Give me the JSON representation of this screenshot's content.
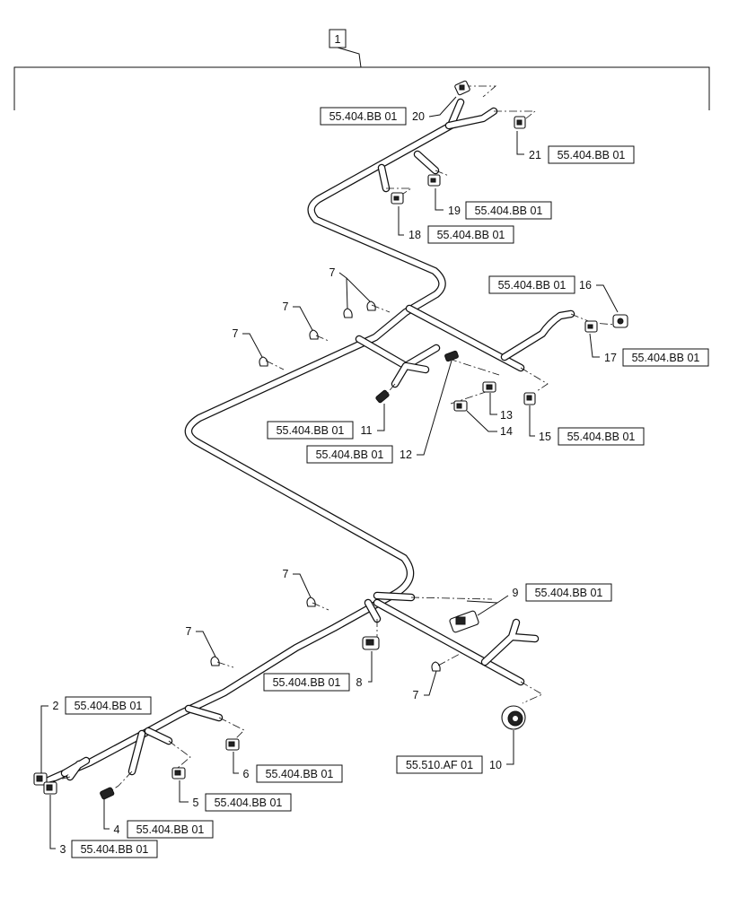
{
  "assembly": {
    "number": "1"
  },
  "callouts": [
    {
      "id": "c1",
      "item": "2",
      "ref": "55.404.BB 01"
    },
    {
      "id": "c2",
      "item": "3",
      "ref": "55.404.BB 01"
    },
    {
      "id": "c3",
      "item": "4",
      "ref": "55.404.BB 01"
    },
    {
      "id": "c4",
      "item": "5",
      "ref": "55.404.BB 01"
    },
    {
      "id": "c5",
      "item": "6",
      "ref": "55.404.BB 01"
    },
    {
      "id": "c6",
      "item": "7",
      "ref": ""
    },
    {
      "id": "c7",
      "item": "7",
      "ref": ""
    },
    {
      "id": "c8",
      "item": "7",
      "ref": ""
    },
    {
      "id": "c9",
      "item": "7",
      "ref": ""
    },
    {
      "id": "c10",
      "item": "7",
      "ref": ""
    },
    {
      "id": "c11",
      "item": "7",
      "ref": ""
    },
    {
      "id": "c12",
      "item": "7",
      "ref": ""
    },
    {
      "id": "c13",
      "item": "8",
      "ref": "55.404.BB 01"
    },
    {
      "id": "c14",
      "item": "9",
      "ref": "55.404.BB 01"
    },
    {
      "id": "c15",
      "item": "10",
      "ref": "55.510.AF 01"
    },
    {
      "id": "c16",
      "item": "11",
      "ref": "55.404.BB 01"
    },
    {
      "id": "c17",
      "item": "12",
      "ref": "55.404.BB 01"
    },
    {
      "id": "c18",
      "item": "13",
      "ref": ""
    },
    {
      "id": "c19",
      "item": "14",
      "ref": ""
    },
    {
      "id": "c20",
      "item": "15",
      "ref": "55.404.BB 01"
    },
    {
      "id": "c21",
      "item": "16",
      "ref": "55.404.BB 01"
    },
    {
      "id": "c22",
      "item": "17",
      "ref": "55.404.BB 01"
    },
    {
      "id": "c23",
      "item": "18",
      "ref": "55.404.BB 01"
    },
    {
      "id": "c24",
      "item": "19",
      "ref": "55.404.BB 01"
    },
    {
      "id": "c25",
      "item": "20",
      "ref": "55.404.BB 01"
    },
    {
      "id": "c26",
      "item": "21",
      "ref": "55.404.BB 01"
    }
  ]
}
